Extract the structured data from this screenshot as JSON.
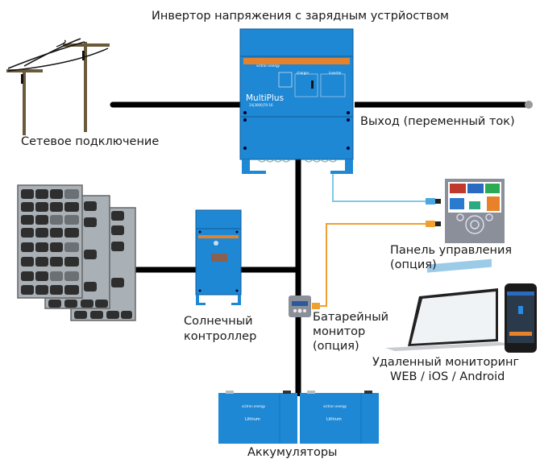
{
  "title": "Инвертор напряжения с зарядным устрйоством",
  "labels": {
    "grid": "Сетевое подключение",
    "output": "Выход (переменный ток)",
    "solar_line1": "Солнечный",
    "solar_line2": "контроллер",
    "panel_line1": "Панель управления",
    "panel_line2": "(опция)",
    "bmv_line1": "Батарейный",
    "bmv_line2": "монитор",
    "bmv_line3": "(опция)",
    "remote_line1": "Удаленный мониторинг",
    "remote_line2": "WEB / iOS / Android",
    "batteries": "Аккумуляторы"
  },
  "inverter": {
    "brand": "victron energy",
    "model": "MultiPlus",
    "subtitle": "24|3000|70-16",
    "charger_title": "charger",
    "inverter_title": "inverter"
  },
  "battery": {
    "brand": "victron energy",
    "type": "Lithium"
  },
  "colors": {
    "victron_blue": "#1e88d4",
    "victron_orange": "#e8822a",
    "cable": "#000000",
    "ve_bus_cable": "#7ec8e8",
    "ve_direct_cable": "#f0a030",
    "pole": "#6b5a3a",
    "panel_gray": "#8a8f99"
  }
}
